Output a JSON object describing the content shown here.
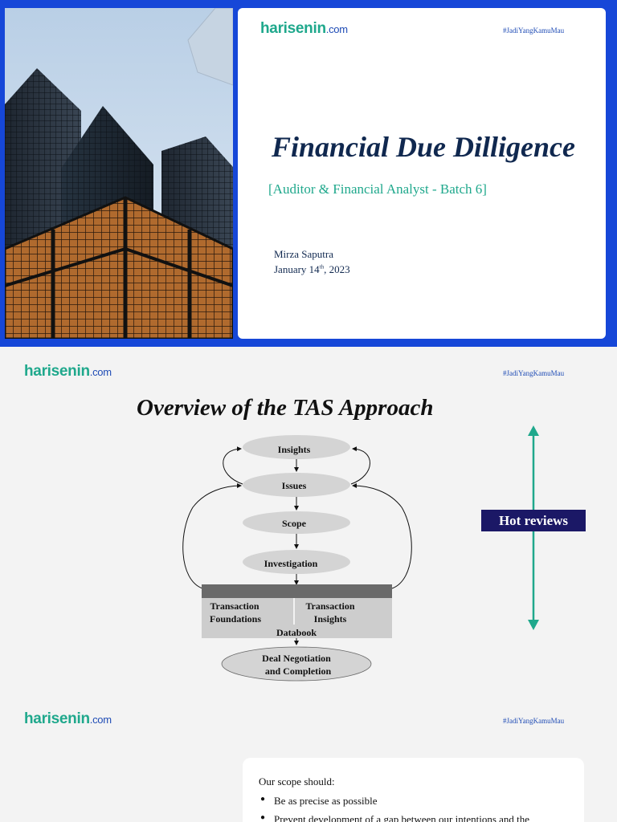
{
  "brand": {
    "name": "harisenin",
    "tld": ".com",
    "hashtag": "#JadiYangKamuMau"
  },
  "slide1": {
    "title": "Financial Due Dilligence",
    "subtitle": "[Auditor & Financial Analyst - Batch 6]",
    "author": "Mirza Saputra",
    "date_prefix": "January 14",
    "date_suffix": "th",
    "date_year": ", 2023"
  },
  "slide2": {
    "title": "Overview of the TAS Approach",
    "flow": {
      "insights": "Insights",
      "issues": "Issues",
      "scope": "Scope",
      "investigation": "Investigation",
      "foundations_1": "Transaction",
      "foundations_2": "Foundations",
      "tx_insights_1": "Transaction",
      "tx_insights_2": "Insights",
      "databook": "Databook",
      "deal_1": "Deal Negotiation",
      "deal_2": "and Completion"
    },
    "hot_reviews": "Hot reviews"
  },
  "slide3": {
    "intro": "Our scope should:",
    "bullets": [
      "Be as precise as possible",
      "Prevent development of a gap between our  intentions and the"
    ]
  },
  "colors": {
    "frame_blue": "#1647d8",
    "brand_green": "#1fa88c",
    "brand_blue": "#1e4bb5",
    "title_navy": "#10284f",
    "hot_box": "#1b1866",
    "arrow_teal": "#1fa88c"
  }
}
